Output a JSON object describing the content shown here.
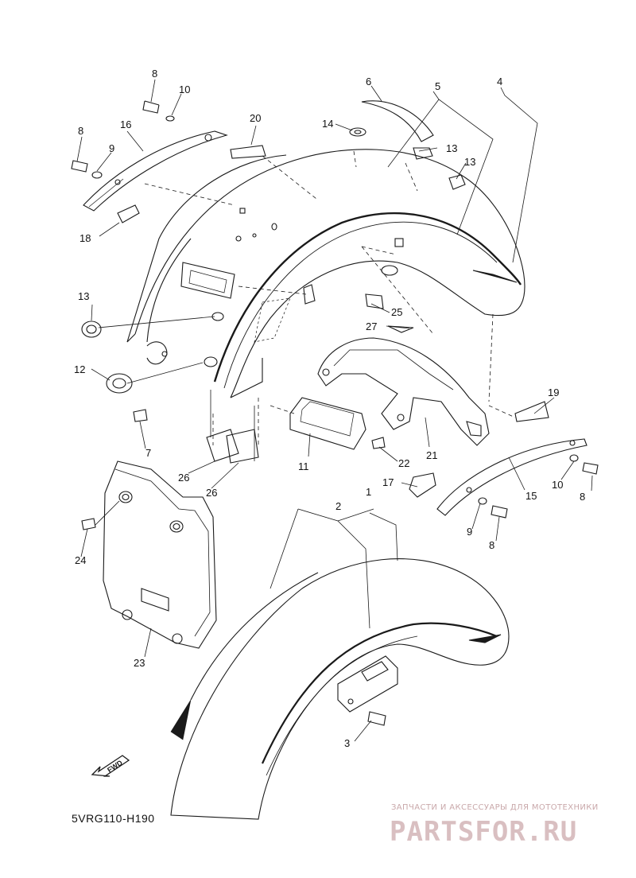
{
  "callouts": [
    {
      "id": "c8a",
      "text": "8"
    },
    {
      "id": "c10a",
      "text": "10"
    },
    {
      "id": "c6",
      "text": "6"
    },
    {
      "id": "c5",
      "text": "5"
    },
    {
      "id": "c4",
      "text": "4"
    },
    {
      "id": "c8b",
      "text": "8"
    },
    {
      "id": "c16",
      "text": "16"
    },
    {
      "id": "c20",
      "text": "20"
    },
    {
      "id": "c14",
      "text": "14"
    },
    {
      "id": "c9a",
      "text": "9"
    },
    {
      "id": "c13a",
      "text": "13"
    },
    {
      "id": "c13b",
      "text": "13"
    },
    {
      "id": "c18",
      "text": "18"
    },
    {
      "id": "c13c",
      "text": "13"
    },
    {
      "id": "c25",
      "text": "25"
    },
    {
      "id": "c27",
      "text": "27"
    },
    {
      "id": "c12",
      "text": "12"
    },
    {
      "id": "c19",
      "text": "19"
    },
    {
      "id": "c7",
      "text": "7"
    },
    {
      "id": "c11",
      "text": "11"
    },
    {
      "id": "c22",
      "text": "22"
    },
    {
      "id": "c21",
      "text": "21"
    },
    {
      "id": "c26a",
      "text": "26"
    },
    {
      "id": "c26b",
      "text": "26"
    },
    {
      "id": "c17",
      "text": "17"
    },
    {
      "id": "c1",
      "text": "1"
    },
    {
      "id": "c2",
      "text": "2"
    },
    {
      "id": "c15",
      "text": "15"
    },
    {
      "id": "c10b",
      "text": "10"
    },
    {
      "id": "c8c",
      "text": "8"
    },
    {
      "id": "c24",
      "text": "24"
    },
    {
      "id": "c9b",
      "text": "9"
    },
    {
      "id": "c8d",
      "text": "8"
    },
    {
      "id": "c23",
      "text": "23"
    },
    {
      "id": "c3",
      "text": "3"
    }
  ],
  "fwd_label": "FWD",
  "catalog_code": "5VRG110-H190",
  "watermark": {
    "tagline": "ЗАПЧАСТИ И АКСЕССУАРЫ ДЛЯ МОТОТЕХНИКИ",
    "logo": "PARTSFOR.RU"
  },
  "colors": {
    "line": "#1a1a1a",
    "fill": "#ffffff",
    "watermark": "#d9bfc1"
  }
}
